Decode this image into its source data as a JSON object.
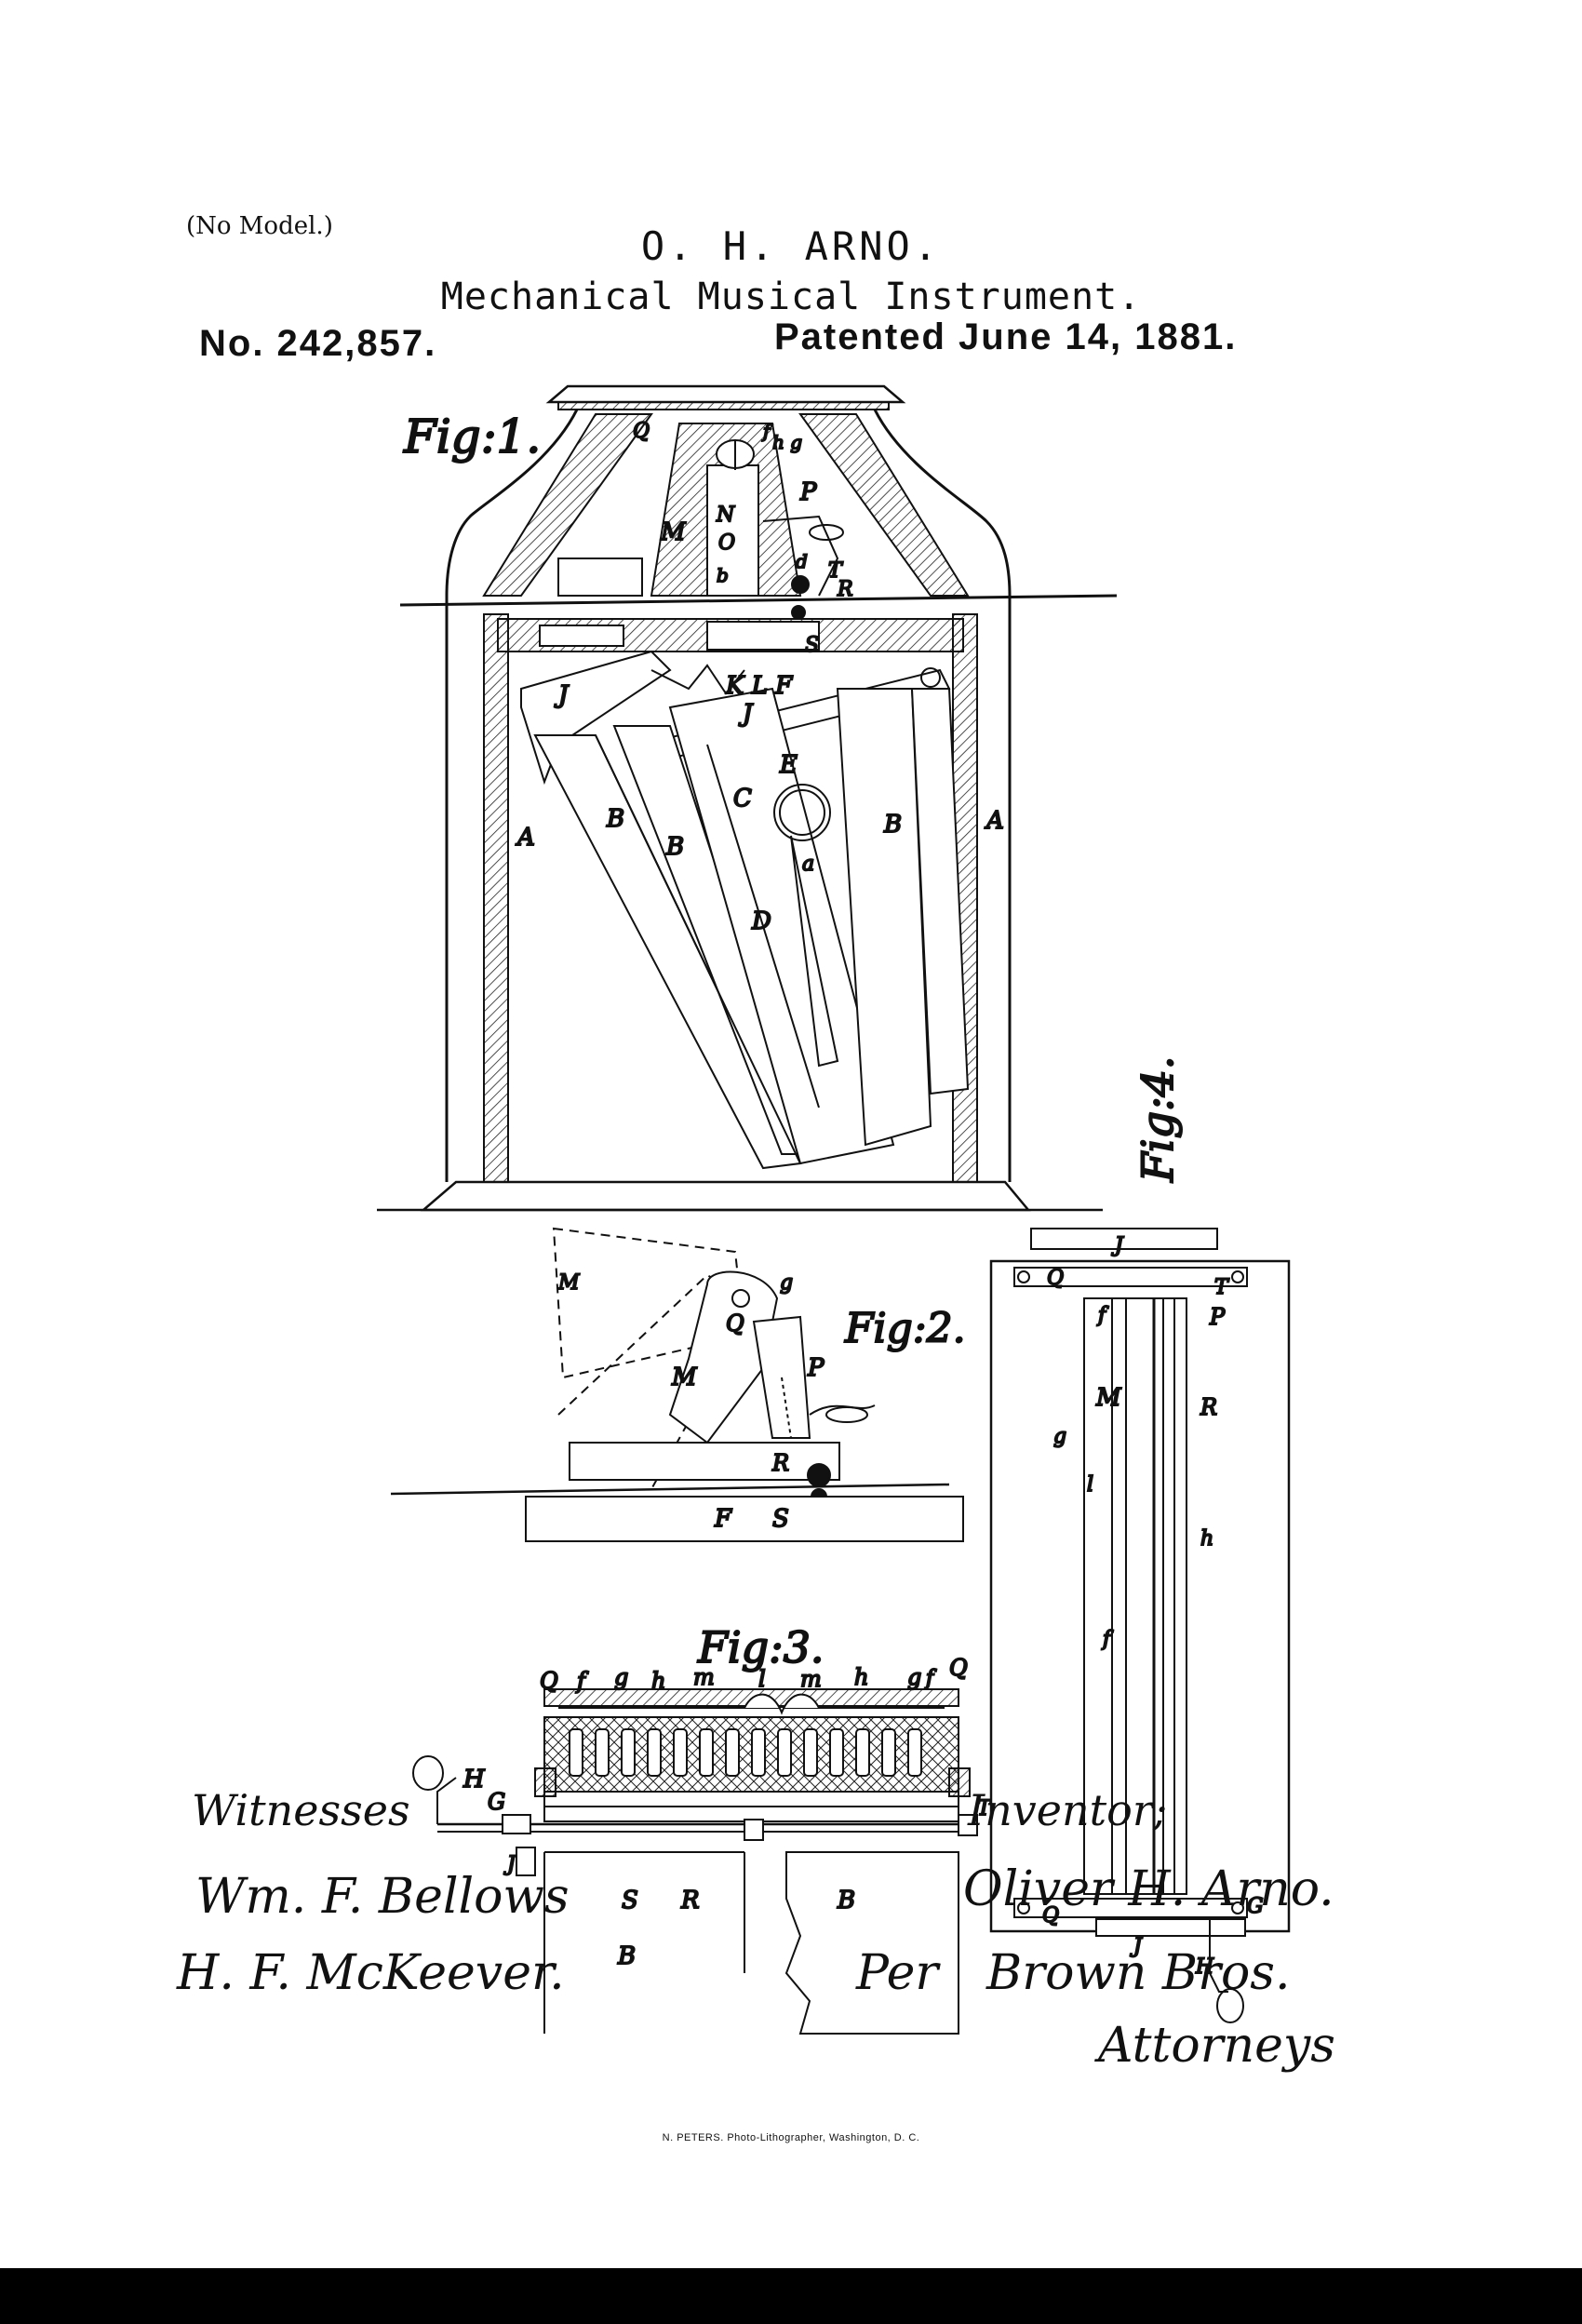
{
  "header": {
    "no_model": "(No Model.)",
    "inventor": "O. H. ARNO.",
    "title": "Mechanical Musical Instrument.",
    "patent_number": "No. 242,857.",
    "patented_date": "Patented June 14, 1881."
  },
  "figures": {
    "fig1": "Fig:1.",
    "fig2": "Fig:2.",
    "fig3": "Fig:3.",
    "fig4": "Fig:4."
  },
  "signatures": {
    "witnesses_label": "Witnesses",
    "witness1": "Wm. F. Bellows",
    "witness2": "H. F. McKeever.",
    "inventor_label": "Inventor;",
    "inventor": "Oliver H. Arno.",
    "by": "Per",
    "attorneys_name": "Brown Bros.",
    "attorneys_label": "Attorneys"
  },
  "footer": {
    "credit": "N. PETERS. Photo-Lithographer, Washington, D. C."
  }
}
